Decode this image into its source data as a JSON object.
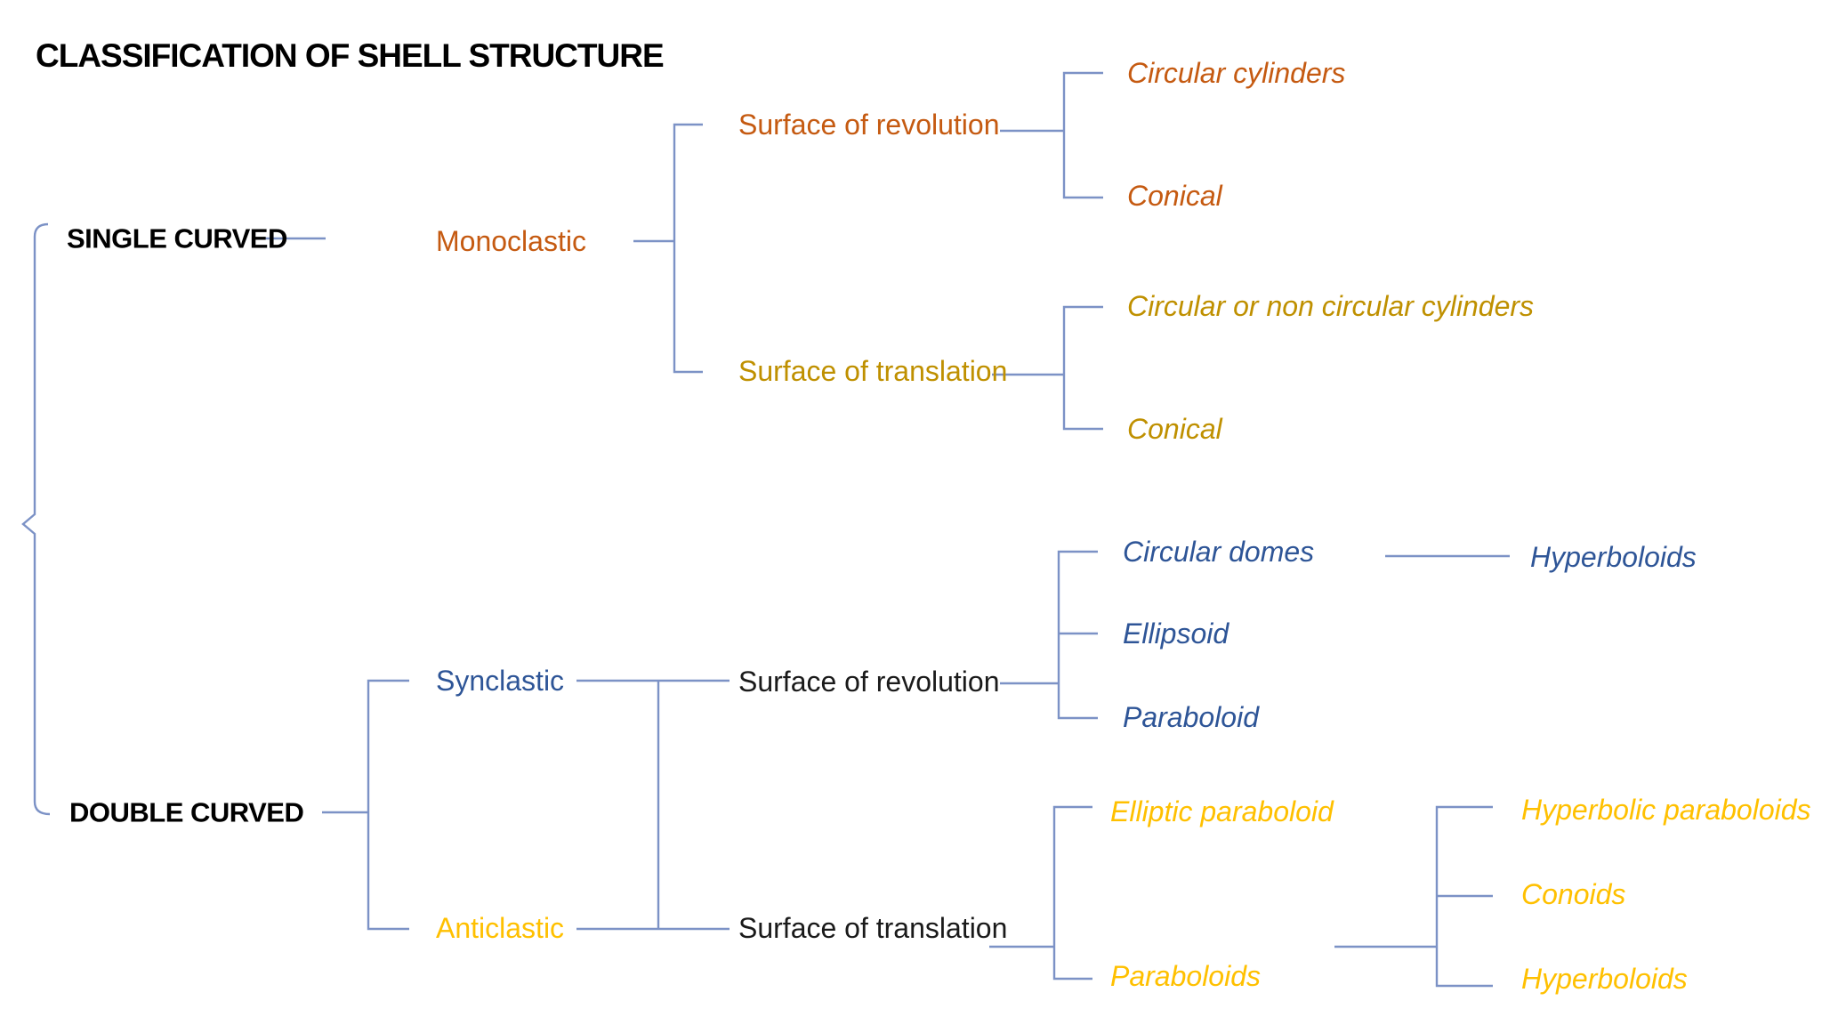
{
  "title": "CLASSIFICATION OF SHELL STRUCTURE",
  "colors": {
    "text-black": "#1a1a1a",
    "orange": "#C55A11",
    "gold": "#BF9000",
    "blue": "#2E5597",
    "yellow": "#FFC000",
    "line": "#7C92C6"
  },
  "tree": {
    "single_curved": {
      "label": "SINGLE CURVED",
      "monoclastic": {
        "label": "Monoclastic",
        "surface_of_revolution": {
          "label": "Surface of revolution",
          "children": [
            "Circular cylinders",
            "Conical"
          ]
        },
        "surface_of_translation": {
          "label": "Surface of translation",
          "children": [
            "Circular or non circular cylinders",
            "Conical"
          ]
        }
      }
    },
    "double_curved": {
      "label": "DOUBLE CURVED",
      "synclastic": {
        "label": "Synclastic"
      },
      "anticlastic": {
        "label": "Anticlastic"
      },
      "surface_of_revolution": {
        "label": "Surface of revolution",
        "children": [
          "Circular domes",
          "Ellipsoid",
          "Paraboloid"
        ],
        "circular_domes_child": "Hyperboloids"
      },
      "surface_of_translation": {
        "label": "Surface of translation",
        "children": [
          "Elliptic paraboloid",
          "Paraboloids"
        ],
        "sub_children": [
          "Hyperbolic paraboloids",
          "Conoids",
          "Hyperboloids"
        ]
      }
    }
  }
}
